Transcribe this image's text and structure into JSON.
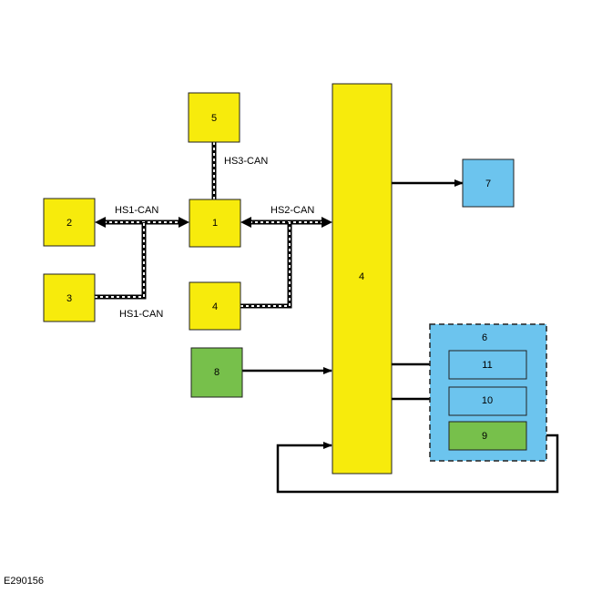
{
  "colors": {
    "yellow": "#f7eb0c",
    "blue": "#6cc4ee",
    "green": "#77c04b",
    "outline": "#222222"
  },
  "nodes": {
    "n5": "5",
    "n1": "1",
    "n2": "2",
    "n3": "3",
    "n4_small": "4",
    "n8": "8",
    "n4_main": "4",
    "n7": "7",
    "n6": "6",
    "n11": "11",
    "n10": "10",
    "n9": "9"
  },
  "bus_labels": {
    "hs3": "HS3-CAN",
    "hs1_top": "HS1-CAN",
    "hs2": "HS2-CAN",
    "hs1_bottom": "HS1-CAN"
  },
  "figure_ref": "E290156"
}
